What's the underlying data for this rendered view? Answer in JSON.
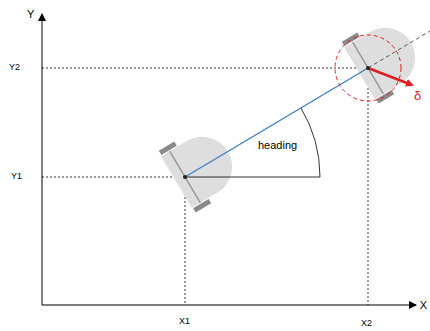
{
  "diagram": {
    "labels": [
      "Y",
      "Y2",
      "Y1",
      "heading",
      "δ",
      "X1",
      "X2",
      "X"
    ]
  }
}
